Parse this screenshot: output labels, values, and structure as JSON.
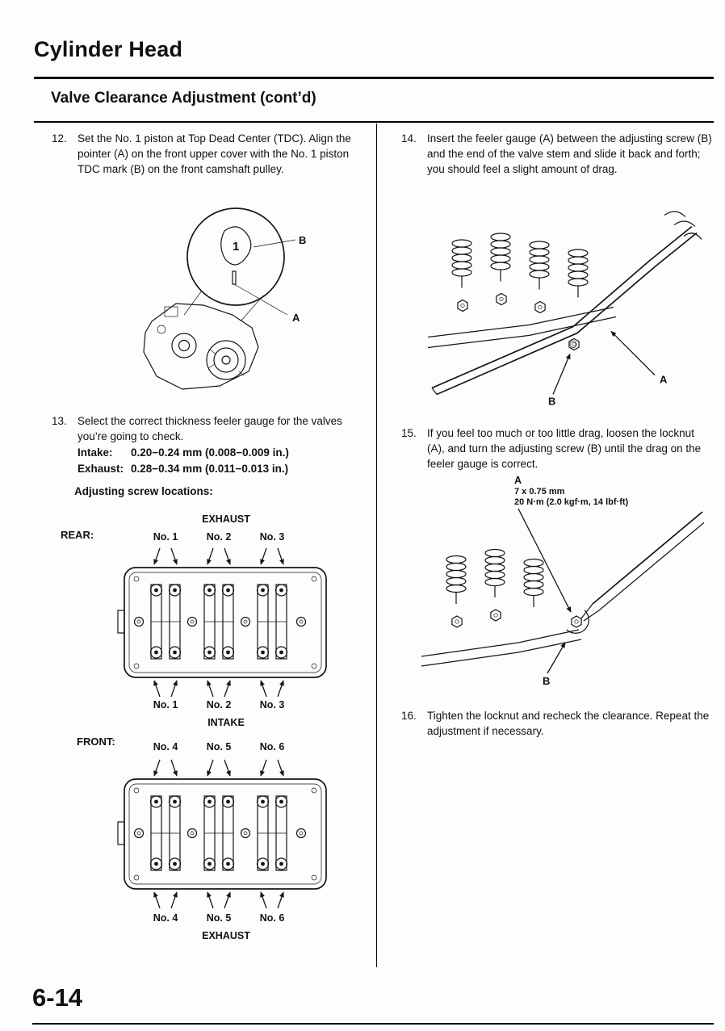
{
  "page": {
    "chapter_title": "Cylinder Head",
    "section_title": "Valve Clearance Adjustment (cont’d)",
    "page_number": "6-14"
  },
  "left": {
    "step12_num": "12.",
    "step12_text": "Set the No. 1 piston at Top Dead Center (TDC). Align the pointer (A) on the front upper cover with the No. 1 piston TDC mark (B) on the front camshaft pulley.",
    "fig12": {
      "callout_1": "1",
      "label_b": "B",
      "label_a": "A"
    },
    "step13_num": "13.",
    "step13_text": "Select the correct thickness feeler gauge for the valves you’re going to check.",
    "intake_label": "Intake:",
    "intake_value": "0.20−0.24 mm (0.008−0.009 in.)",
    "exhaust_label": "Exhaust:",
    "exhaust_value": "0.28−0.34 mm (0.011−0.013 in.)",
    "adjusting_heading": "Adjusting screw locations:",
    "rear": {
      "side_label": "REAR:",
      "top_title": "EXHAUST",
      "top_labels": [
        "No. 1",
        "No. 2",
        "No. 3"
      ],
      "bottom_labels": [
        "No. 1",
        "No. 2",
        "No. 3"
      ],
      "bottom_title": "INTAKE"
    },
    "front": {
      "side_label": "FRONT:",
      "top_labels": [
        "No. 4",
        "No. 5",
        "No. 6"
      ],
      "bottom_labels": [
        "No. 4",
        "No. 5",
        "No. 6"
      ],
      "bottom_title": "EXHAUST"
    }
  },
  "right": {
    "step14_num": "14.",
    "step14_text": "Insert the feeler gauge (A) between the adjusting screw (B) and the end of the valve stem and slide it back and forth; you should feel a slight amount of drag.",
    "fig14": {
      "label_a": "A",
      "label_b": "B"
    },
    "step15_num": "15.",
    "step15_text": "If you feel too much or too little drag, loosen the locknut (A), and turn the adjusting screw (B) until the drag on the feeler gauge is correct.",
    "fig15": {
      "label_a": "A",
      "spec_size": "7 x 0.75 mm",
      "spec_torque": "20 N·m (2.0 kgf·m, 14 lbf·ft)",
      "label_b": "B"
    },
    "step16_num": "16.",
    "step16_text": "Tighten the locknut and recheck the clearance. Repeat the adjustment if necessary."
  }
}
